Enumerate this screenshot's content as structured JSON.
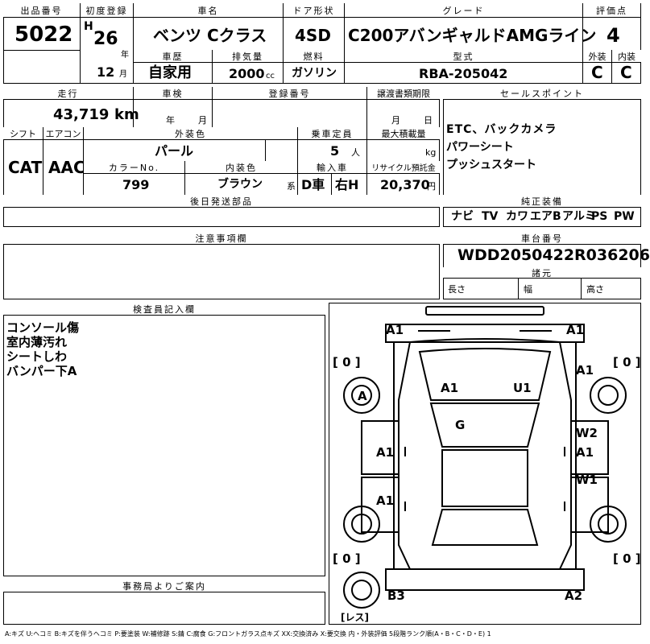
{
  "header": {
    "lot_number_label": "出品番号",
    "lot_number": "5022",
    "first_reg_label": "初度登録",
    "era": "H",
    "year": "26",
    "year_unit": "年",
    "month": "12",
    "month_unit": "月",
    "car_name_label": "車名",
    "car_name": "ベンツ Cクラス",
    "door_label": "ドア形状",
    "door": "4SD",
    "grade_label": "グレード",
    "grade": "C200アバンギャルドAMGライン",
    "score_label": "評価点",
    "score": "4",
    "history_label": "車歴",
    "history": "自家用",
    "displacement_label": "排気量",
    "displacement": "2000",
    "displacement_unit": "cc",
    "fuel_label": "燃料",
    "fuel": "ガソリン",
    "model_label": "型式",
    "model": "RBA-205042",
    "exterior_label": "外装",
    "exterior": "C",
    "interior_label": "内装",
    "interior": "C"
  },
  "row2": {
    "mileage_label": "走行",
    "mileage": "43,719",
    "mileage_unit": "km",
    "inspection_label": "車検",
    "insp_year_unit": "年",
    "insp_month_unit": "月",
    "reg_label": "登録番号",
    "transfer_label": "譲渡書類期限",
    "transfer_month_unit": "月",
    "transfer_day_unit": "日",
    "sales_point_label": "セールスポイント",
    "sales_points": [
      "ETC、バックカメラ",
      "パワーシート",
      "プッシュスタート"
    ]
  },
  "row3": {
    "shift_label": "シフト",
    "shift": "CAT",
    "ac_label": "エアコン",
    "ac": "AAC",
    "ext_color_label": "外装色",
    "ext_color": "パール",
    "capacity_label": "乗車定員",
    "capacity": "5",
    "capacity_unit": "人",
    "max_load_label": "最大積載量",
    "max_load_unit": "kg",
    "color_no_label": "カラーNo.",
    "color_no": "799",
    "int_color_label": "内装色",
    "int_color": "ブラウン",
    "int_color_suffix": "系",
    "import_label": "輸入車",
    "import_value": "D車",
    "steering": "右H",
    "recycle_label": "リサイクル預託金",
    "recycle": "20,370",
    "recycle_unit": "円",
    "later_parts_label": "後日発送部品",
    "genuine_label": "純正装備",
    "genuine_items": [
      "ナビ",
      "TV",
      "カワ",
      "エアB",
      "アルミ",
      "PS",
      "PW"
    ]
  },
  "notes": {
    "caution_label": "注意事項欄"
  },
  "chassis": {
    "label": "車台番号",
    "number": "WDD2050422R036206",
    "specs_label": "諸元",
    "length_label": "長さ",
    "width_label": "幅",
    "height_label": "高さ"
  },
  "inspector": {
    "label": "検査員記入欄",
    "lines": [
      "コンソール傷",
      "室内薄汚れ",
      "シートしわ",
      "バンパー下A"
    ]
  },
  "office": {
    "label": "事務局よりご案内"
  },
  "diagram": {
    "marks": {
      "front_left": "A1",
      "front_right": "A1",
      "tire_fl": "[ 0 ]",
      "tire_fr": "[ 0 ]",
      "tire_rl": "[ 0 ]",
      "tire_rr": "[ 0 ]",
      "wheel_left_front": "A",
      "fender_right": "A1",
      "hood_left": "A1",
      "hood_right": "U1",
      "windshield": "G",
      "door_lf": "A1",
      "door_lr": "A1",
      "door_rf_top": "W2",
      "door_rf_bot": "A1",
      "door_rr": "W1",
      "rear_left": "B3",
      "rear_right": "A2",
      "spare": "[レス]"
    }
  },
  "legend": "A:キズ U:ヘコミ B:キズを伴うヘコミ P:要塗装 W:補修跡 S:錆 C:腐食 G:フロントガラス点キズ XX:交換済み X:要交換 内・外装評価 5段階ランク順(A・B・C・D・E) 1"
}
